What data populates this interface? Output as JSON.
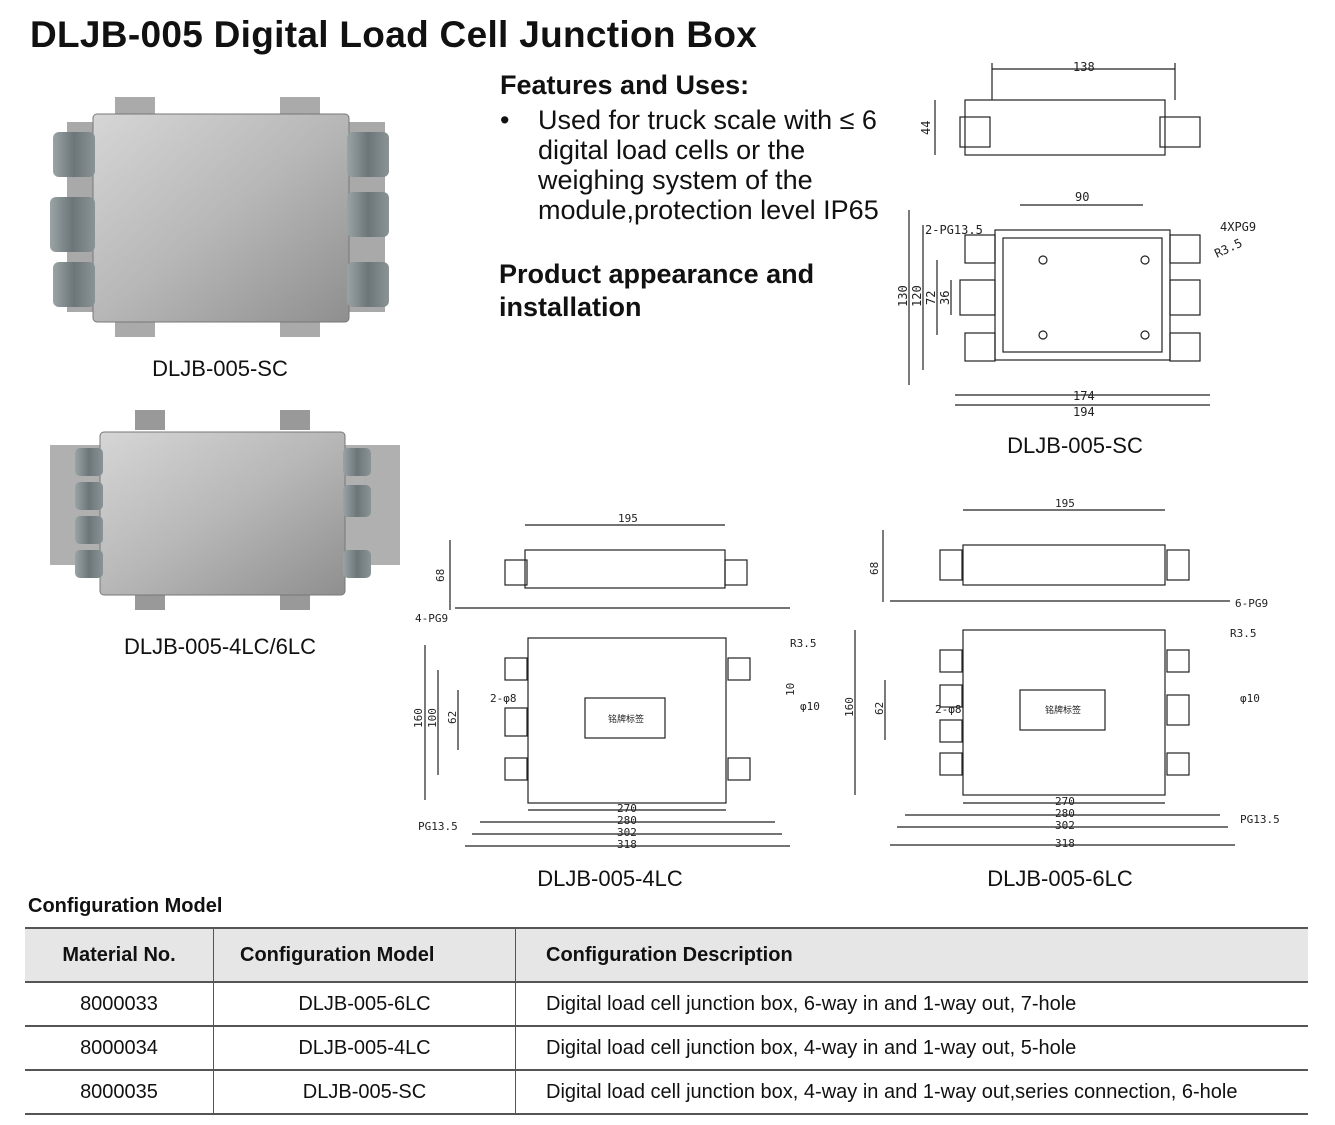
{
  "title": "DLJB-005 Digital Load Cell Junction Box",
  "features": {
    "heading": "Features and Uses:",
    "bullet": "•",
    "text": "Used for truck scale with ≤ 6 digital load cells or the weighing system of the module,protection level IP65"
  },
  "appearance_heading": "Product appearance and installation",
  "photos": {
    "sc_caption": "DLJB-005-SC",
    "lc_caption": "DLJB-005-4LC/6LC"
  },
  "drawings": {
    "sc": {
      "caption": "DLJB-005-SC",
      "dims": {
        "d138": "138",
        "d44": "44",
        "d90": "90",
        "d130": "130",
        "d120": "120",
        "d72": "72",
        "d36": "36",
        "d174": "174",
        "d194": "194",
        "pg135": "2-PG13.5",
        "pg9": "4XPG9",
        "r35": "R3.5"
      }
    },
    "lc4": {
      "caption": "DLJB-005-4LC",
      "dims": {
        "d195": "195",
        "d68": "68",
        "pg9": "4-PG9",
        "r35": "R3.5",
        "d160": "160",
        "d100": "100",
        "d62": "62",
        "phi8": "2-φ8",
        "d10": "10",
        "phi10": "φ10",
        "pg135": "PG13.5",
        "d270": "270",
        "d280": "280",
        "d302": "302",
        "d318": "318",
        "label": "铭牌标签"
      }
    },
    "lc6": {
      "caption": "DLJB-005-6LC",
      "dims": {
        "d195": "195",
        "d68": "68",
        "pg9": "6-PG9",
        "r35": "R3.5",
        "d160": "160",
        "d62": "62",
        "phi8": "2-φ8",
        "phi10": "φ10",
        "pg135": "PG13.5",
        "d270": "270",
        "d280": "280",
        "d302": "302",
        "d318": "318",
        "label": "铭牌标签"
      }
    }
  },
  "config": {
    "title": "Configuration Model",
    "headers": [
      "Material No.",
      "Configuration Model",
      "Configuration Description"
    ],
    "rows": [
      {
        "material": "8000033",
        "model": "DLJB-005-6LC",
        "desc": "Digital load cell junction box, 6-way in and  1-way out,  7-hole"
      },
      {
        "material": "8000034",
        "model": "DLJB-005-4LC",
        "desc": "Digital load cell junction box, 4-way in and  1-way out,  5-hole"
      },
      {
        "material": "8000035",
        "model": "DLJB-005-SC",
        "desc": "Digital load cell junction box, 4-way in and  1-way out,series connection,  6-hole"
      }
    ]
  },
  "colors": {
    "steel_light": "#c9c9c9",
    "steel_dark": "#8d8d8d",
    "gland": "#7f8a8c",
    "line": "#222222",
    "header_bg": "#e6e6e6"
  }
}
